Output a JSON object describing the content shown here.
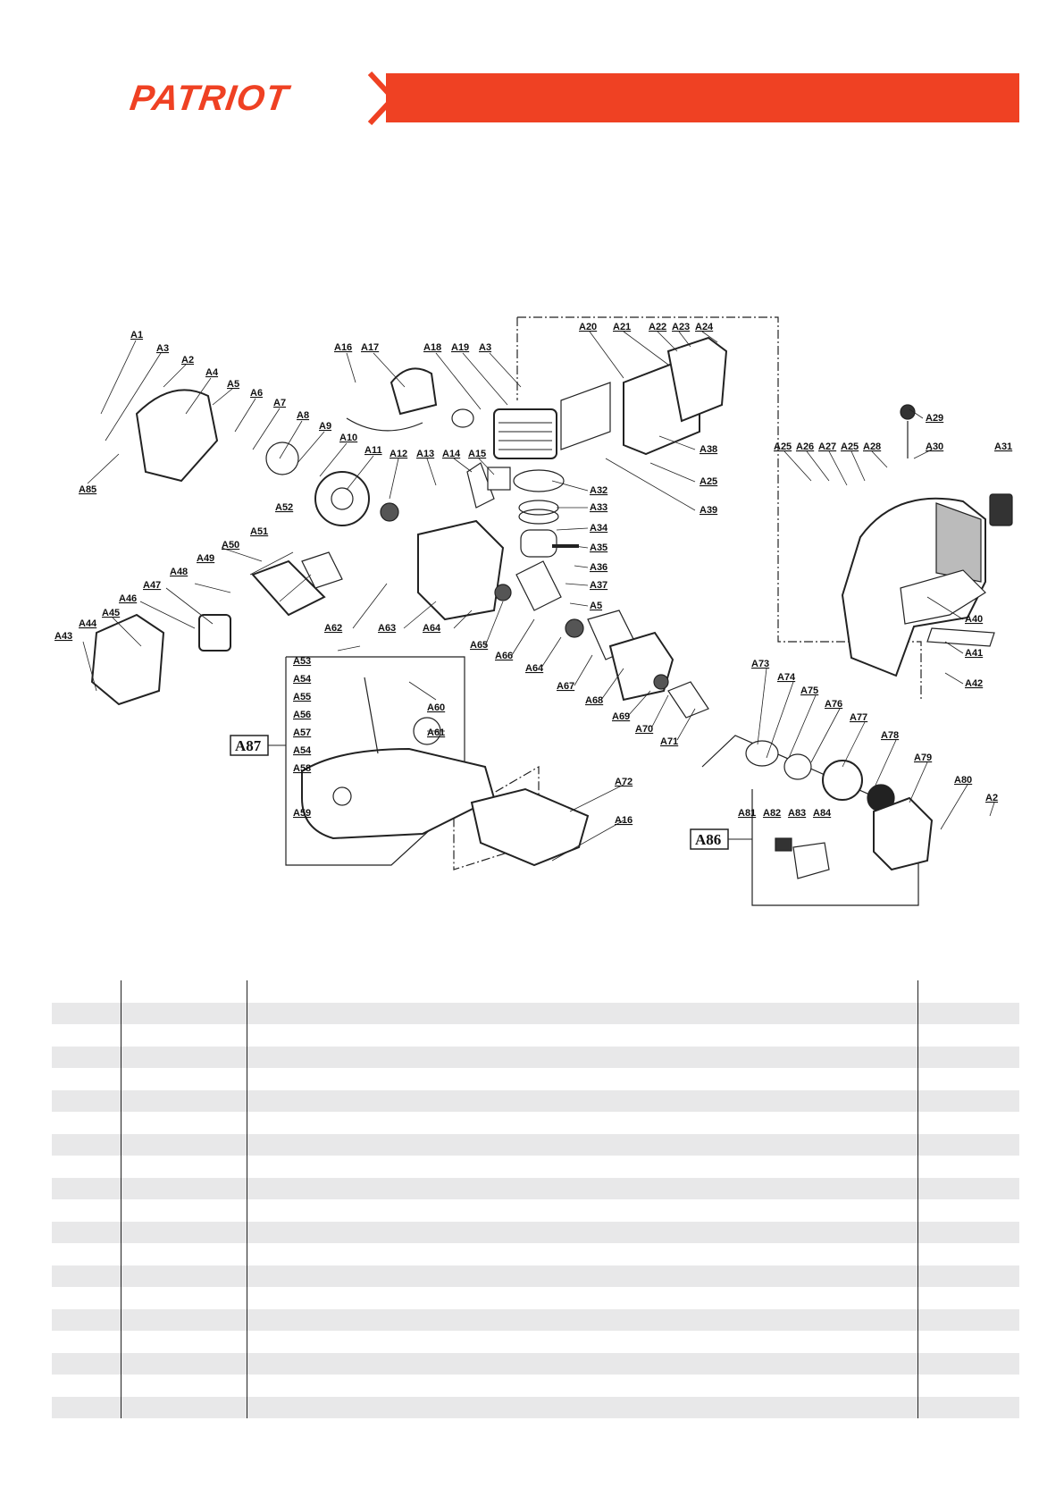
{
  "header": {
    "brand": "PATRIOT",
    "accent_color": "#ef4123"
  },
  "diagram": {
    "labels": {
      "a1": "A1",
      "a2": "A2",
      "a3": "A3",
      "a4": "A4",
      "a5": "A5",
      "a6": "A6",
      "a7": "A7",
      "a8": "A8",
      "a9": "A9",
      "a10": "A10",
      "a11": "A11",
      "a12": "A12",
      "a13": "A13",
      "a14": "A14",
      "a15": "A15",
      "a16": "A16",
      "a17": "A17",
      "a18": "A18",
      "a19": "A19",
      "a20": "A20",
      "a21": "A21",
      "a22": "A22",
      "a23": "A23",
      "a24": "A24",
      "a25": "A25",
      "a26": "A26",
      "a27": "A27",
      "a28": "A28",
      "a29": "A29",
      "a30": "A30",
      "a31": "A31",
      "a32": "A32",
      "a33": "A33",
      "a34": "A34",
      "a35": "A35",
      "a36": "A36",
      "a37": "A37",
      "a38": "A38",
      "a39": "A39",
      "a40": "A40",
      "a41": "A41",
      "a42": "A42",
      "a43": "A43",
      "a44": "A44",
      "a45": "A45",
      "a46": "A46",
      "a47": "A47",
      "a48": "A48",
      "a49": "A49",
      "a50": "A50",
      "a51": "A51",
      "a52": "A52",
      "a53": "A53",
      "a54": "A54",
      "a55": "A55",
      "a56": "A56",
      "a57": "A57",
      "a58": "A58",
      "a59": "A59",
      "a60": "A60",
      "a61": "A61",
      "a62": "A62",
      "a63": "A63",
      "a64": "A64",
      "a65": "A65",
      "a66": "A66",
      "a67": "A67",
      "a68": "A68",
      "a69": "A69",
      "a70": "A70",
      "a71": "A71",
      "a72": "A72",
      "a73": "A73",
      "a74": "A74",
      "a75": "A75",
      "a76": "A76",
      "a77": "A77",
      "a78": "A78",
      "a79": "A79",
      "a80": "A80",
      "a81": "A81",
      "a82": "A82",
      "a83": "A83",
      "a84": "A84",
      "a85": "A85",
      "a86": "A86",
      "a87": "A87"
    }
  },
  "table": {
    "rows": [
      {
        "no": "",
        "code": "",
        "name": "",
        "qty": ""
      },
      {
        "no": "",
        "code": "",
        "name": "",
        "qty": ""
      },
      {
        "no": "",
        "code": "",
        "name": "",
        "qty": ""
      },
      {
        "no": "",
        "code": "",
        "name": "",
        "qty": ""
      },
      {
        "no": "",
        "code": "",
        "name": "",
        "qty": ""
      },
      {
        "no": "",
        "code": "",
        "name": "",
        "qty": ""
      },
      {
        "no": "",
        "code": "",
        "name": "",
        "qty": ""
      },
      {
        "no": "",
        "code": "",
        "name": "",
        "qty": ""
      },
      {
        "no": "",
        "code": "",
        "name": "",
        "qty": ""
      },
      {
        "no": "",
        "code": "",
        "name": "",
        "qty": ""
      },
      {
        "no": "",
        "code": "",
        "name": "",
        "qty": ""
      },
      {
        "no": "",
        "code": "",
        "name": "",
        "qty": ""
      },
      {
        "no": "",
        "code": "",
        "name": "",
        "qty": ""
      },
      {
        "no": "",
        "code": "",
        "name": "",
        "qty": ""
      },
      {
        "no": "",
        "code": "",
        "name": "",
        "qty": ""
      },
      {
        "no": "",
        "code": "",
        "name": "",
        "qty": ""
      },
      {
        "no": "",
        "code": "",
        "name": "",
        "qty": ""
      },
      {
        "no": "",
        "code": "",
        "name": "",
        "qty": ""
      },
      {
        "no": "",
        "code": "",
        "name": "",
        "qty": ""
      },
      {
        "no": "",
        "code": "",
        "name": "",
        "qty": ""
      }
    ]
  }
}
